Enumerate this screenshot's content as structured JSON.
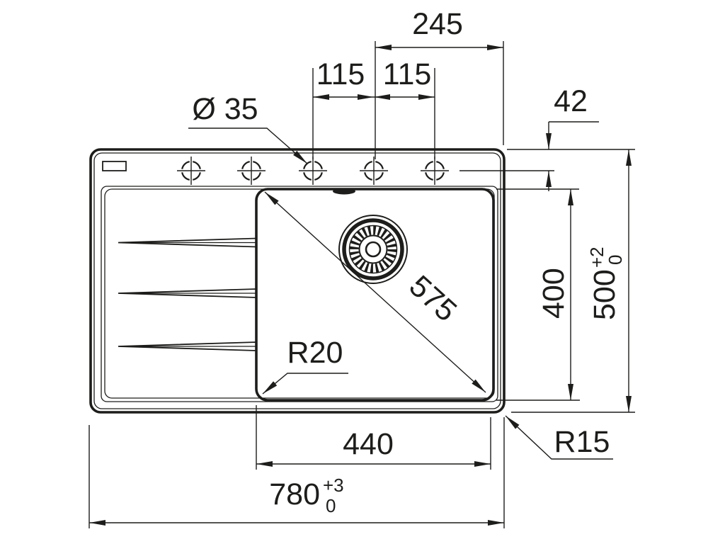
{
  "drawing": {
    "type": "sink-installation-dimension-drawing",
    "colors": {
      "line": "#1d1d1b",
      "background": "#ffffff"
    },
    "labels": {
      "tap_hole_group_width": "245",
      "tap_hole_spacing_left": "115",
      "tap_hole_spacing_right": "115",
      "tap_hole_diameter": "Ø 35",
      "edge_to_hole_centerline": "42",
      "bowl_depth": "400",
      "overall_depth": "500",
      "overall_depth_tol_top": "+2",
      "overall_depth_tol_bottom": "0",
      "bowl_diagonal": "575",
      "bowl_corner_radius": "R20",
      "outer_corner_radius": "R15",
      "bowl_width": "440",
      "overall_width": "780",
      "overall_width_tol_top": "+3",
      "overall_width_tol_bottom": "0"
    }
  }
}
